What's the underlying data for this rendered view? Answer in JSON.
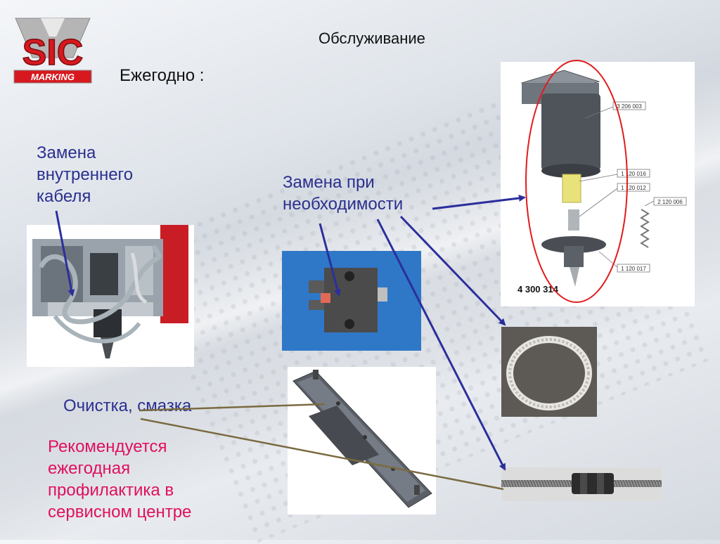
{
  "logo": {
    "letters": "SIC",
    "subtext": "MARKING",
    "colors": {
      "red": "#d7191f",
      "grey": "#a8a8a8"
    }
  },
  "header": {
    "title": "Обслуживание",
    "subtitle": "Ежегодно :"
  },
  "labels": {
    "internal_cable": "Замена внутреннего кабеля",
    "as_needed": "Замена при необходимости",
    "cleaning": "Очистка, смазка",
    "recommendation": "Рекомендуется ежегодная профилактика в сервисном центре"
  },
  "drawing": {
    "part_number": "4 300 314",
    "callouts": [
      "3 206 003",
      "1 120 016",
      "1 120 012",
      "2 120 006",
      "1 120 017"
    ]
  },
  "colors": {
    "text_blue": "#2a2f8f",
    "text_red": "#e0105f",
    "arrow_blue": "#2b2f9c",
    "arrow_brown": "#7a6a3f",
    "ellipse_red": "#e21b1b"
  }
}
